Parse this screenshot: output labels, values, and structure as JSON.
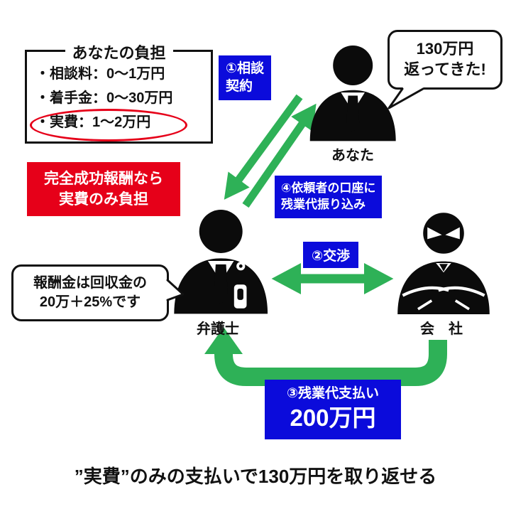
{
  "burden": {
    "title": "あなたの負担",
    "item1": "・相談料：0～1万円",
    "item2": "・着手金：0～30万円",
    "item3": "・実費：1～2万円"
  },
  "red_note": {
    "line1": "完全成功報酬なら",
    "line2": "実費のみ負担"
  },
  "you_bubble": {
    "line1": "130万円",
    "line2": "返ってきた!"
  },
  "lawyer_bubble": {
    "line1": "報酬金は回収金の",
    "line2": "20万＋25%です"
  },
  "actors": {
    "you": "あなた",
    "lawyer": "弁護士",
    "company": "会　社"
  },
  "steps": {
    "s1_line1": "①相談",
    "s1_line2": "契約",
    "s2": "②交渉",
    "s3_line1": "③残業代支払い",
    "s3_line2": "200万円",
    "s4_line1": "④依頼者の口座に",
    "s4_line2": "残業代振り込み"
  },
  "caption": "”実費”のみの支払いで130万円を取り返せる",
  "colors": {
    "green": "#2eb157",
    "blue": "#0b0bdb",
    "red": "#e60019"
  }
}
